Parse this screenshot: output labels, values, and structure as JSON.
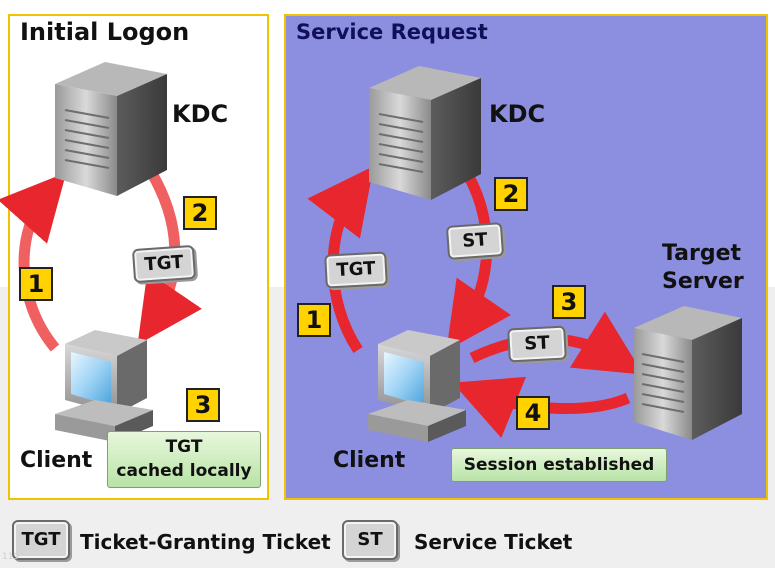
{
  "left_panel": {
    "title": "Initial Logon",
    "kdc_label": "KDC",
    "client_label": "Client",
    "steps": [
      "1",
      "2",
      "3"
    ],
    "ticket_label": "TGT",
    "note_line1": "TGT",
    "note_line2": "cached locally"
  },
  "right_panel": {
    "title": "Service Request",
    "kdc_label": "KDC",
    "client_label": "Client",
    "target_line1": "Target",
    "target_line2": "Server",
    "steps": [
      "1",
      "2",
      "3",
      "4"
    ],
    "ticket_tgt": "TGT",
    "ticket_st_1": "ST",
    "ticket_st_2": "ST",
    "note": "Session established"
  },
  "legend": [
    {
      "ticket": "TGT",
      "label": "Ticket-Granting Ticket"
    },
    {
      "ticket": "ST",
      "label": "Service Ticket"
    }
  ],
  "page_number": "119",
  "colors": {
    "panel_border": "#f2c200",
    "service_panel_bg": "#8c8fe0",
    "arrow": "#e8262e",
    "step_badge": "#ffd200",
    "note_bg": "#c6ebb4"
  },
  "icons": [
    "server-icon",
    "workstation-icon",
    "ticket-icon"
  ]
}
